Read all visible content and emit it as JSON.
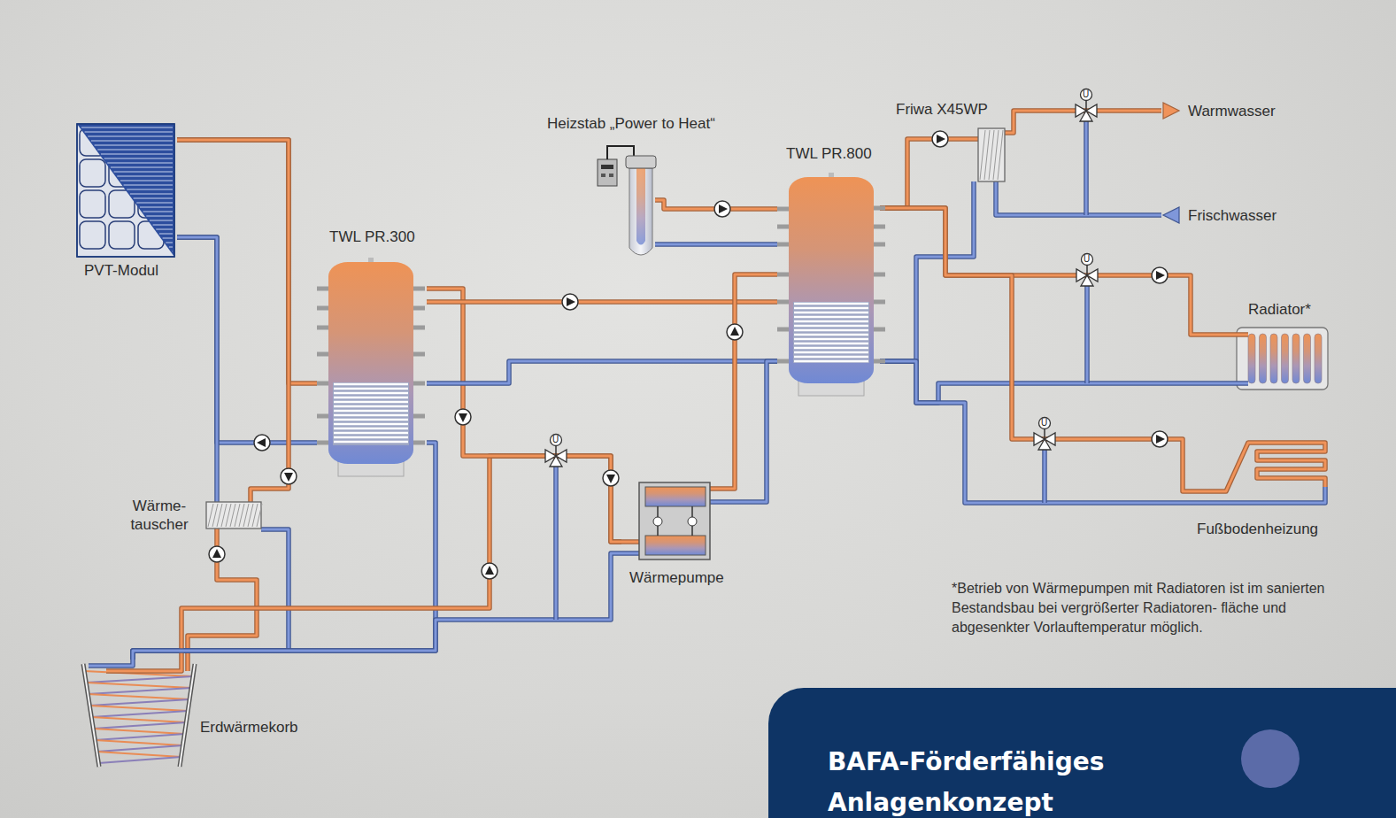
{
  "diagram": {
    "title": "BAFA-Förderfähiges Anlagenkonzept",
    "nodes": [
      {
        "text": [
          "PVT-Modul"
        ]
      },
      {
        "text": [
          "Heizstab „Power to Heat“"
        ]
      },
      {
        "text": [
          "Friwa X45WP"
        ]
      },
      {
        "text": [
          "Warmwasser"
        ]
      },
      {
        "text": [
          "TWL PR.800"
        ]
      },
      {
        "text": [
          "Frischwasser"
        ]
      },
      {
        "text": [
          "TWL PR.300"
        ]
      },
      {
        "text": [
          "Radiator*"
        ]
      },
      {
        "text": [
          "Wärme- tauscher"
        ]
      },
      {
        "text": [
          "Wärmepumpe"
        ]
      },
      {
        "text": [
          "Fußbodenheizung"
        ]
      },
      {
        "text": [
          "Erdwärmekorb"
        ]
      }
    ],
    "edges": [
      {
        "from": 0,
        "to": 6,
        "arrow": "none"
      },
      {
        "from": 0,
        "to": 6,
        "arrow": "none"
      },
      {
        "from": 0,
        "to": 8,
        "arrow": "none"
      },
      {
        "from": 0,
        "to": 8,
        "arrow": "none"
      },
      {
        "from": 8,
        "to": 11,
        "arrow": "none"
      },
      {
        "from": 8,
        "to": 11,
        "arrow": "none"
      },
      {
        "from": 6,
        "to": 11,
        "arrow": "none"
      },
      {
        "from": 11,
        "to": 9,
        "arrow": "none"
      },
      {
        "from": 6,
        "to": 9,
        "arrow": "none"
      },
      {
        "from": 9,
        "to": 11,
        "arrow": "none"
      },
      {
        "from": 6,
        "to": 4,
        "arrow": "none"
      },
      {
        "from": 4,
        "to": 6,
        "arrow": "none"
      },
      {
        "from": 9,
        "to": 4,
        "arrow": "none"
      },
      {
        "from": 9,
        "to": 4,
        "arrow": "none"
      },
      {
        "from": 1,
        "to": 4,
        "arrow": "none"
      },
      {
        "from": 4,
        "to": 1,
        "arrow": "none"
      },
      {
        "from": 4,
        "to": 2,
        "arrow": "none"
      },
      {
        "from": 2,
        "to": 4,
        "arrow": "none"
      },
      {
        "from": 2,
        "to": 3,
        "arrow": "none"
      },
      {
        "from": 5,
        "to": 2,
        "arrow": "none"
      },
      {
        "from": 4,
        "to": 7,
        "arrow": "none"
      },
      {
        "from": 7,
        "to": 4,
        "arrow": "none"
      },
      {
        "from": 4,
        "to": 10,
        "arrow": "none"
      },
      {
        "from": 10,
        "to": 4,
        "arrow": "none"
      }
    ],
    "labels": [
      "U",
      "U",
      "U",
      "U",
      "*Betrieb von Wärmepumpen mit Radiatoren ist im sanierten Bestandsbau bei vergrößerter Radiatoren- fläche und abgesenkter Vorlauftemperatur möglich."
    ]
  }
}
